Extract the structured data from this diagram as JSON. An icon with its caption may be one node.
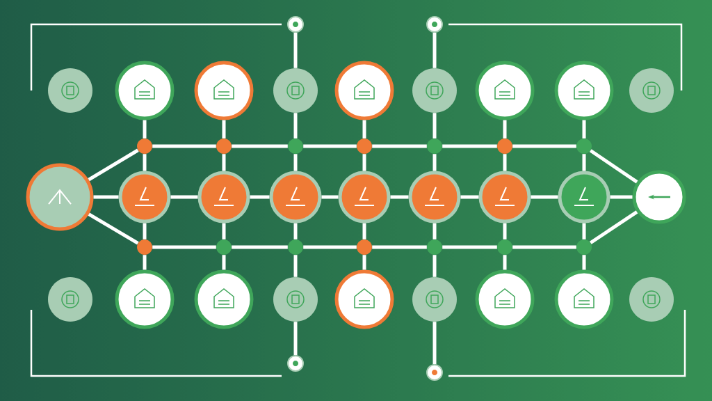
{
  "diagram": {
    "nodes": [
      {
        "text": [],
        "shape": "circle"
      },
      {
        "text": [],
        "shape": "circle"
      },
      {
        "text": [],
        "shape": "circle"
      },
      {
        "text": [],
        "shape": "circle"
      },
      {
        "text": [],
        "shape": "circle"
      },
      {
        "text": [],
        "shape": "circle"
      },
      {
        "text": [],
        "shape": "circle"
      },
      {
        "text": [],
        "shape": "circle"
      },
      {
        "text": [],
        "shape": "circle"
      },
      {
        "text": [],
        "shape": "circle"
      },
      {
        "text": [],
        "shape": "circle"
      },
      {
        "text": [],
        "shape": "circle"
      },
      {
        "text": [],
        "shape": "circle"
      },
      {
        "text": [],
        "shape": "circle"
      },
      {
        "text": [],
        "shape": "circle"
      },
      {
        "text": [],
        "shape": "circle"
      },
      {
        "text": [],
        "shape": "circle"
      },
      {
        "text": [],
        "shape": "circle"
      },
      {
        "text": [],
        "shape": "circle"
      },
      {
        "text": [],
        "shape": "circle"
      },
      {
        "text": [],
        "shape": "circle"
      },
      {
        "text": [],
        "shape": "circle"
      },
      {
        "text": [],
        "shape": "circle"
      },
      {
        "text": [],
        "shape": "circle"
      },
      {
        "text": [],
        "shape": "circle"
      },
      {
        "text": [],
        "shape": "circle"
      },
      {
        "text": [],
        "shape": "circle"
      },
      {
        "text": [],
        "shape": "circle"
      },
      {
        "text": [],
        "shape": "circle"
      },
      {
        "text": [],
        "shape": "circle"
      },
      {
        "text": [],
        "shape": "circle"
      },
      {
        "text": [],
        "shape": "circle"
      },
      {
        "text": [],
        "shape": "circle"
      },
      {
        "text": [],
        "shape": "circle"
      },
      {
        "text": [],
        "shape": "circle"
      },
      {
        "text": [],
        "shape": "circle"
      },
      {
        "text": [],
        "shape": "circle"
      },
      {
        "text": [],
        "shape": "circle"
      },
      {
        "text": [],
        "shape": "circle"
      },
      {
        "text": [],
        "shape": "circle"
      },
      {
        "text": [],
        "shape": "circle"
      },
      {
        "text": [],
        "shape": "circle"
      },
      {
        "text": [],
        "shape": "circle"
      },
      {
        "text": [],
        "shape": "circle"
      },
      {
        "text": [],
        "shape": "circle"
      }
    ],
    "edges": [
      {
        "from": 1,
        "to": 9,
        "arrow": "none"
      },
      {
        "from": 2,
        "to": 10,
        "arrow": "none"
      },
      {
        "from": 3,
        "to": 11,
        "arrow": "none"
      },
      {
        "from": 4,
        "to": 12,
        "arrow": "none"
      },
      {
        "from": 5,
        "to": 13,
        "arrow": "none"
      },
      {
        "from": 6,
        "to": 14,
        "arrow": "none"
      },
      {
        "from": 7,
        "to": 15,
        "arrow": "none"
      },
      {
        "from": 9,
        "to": 17,
        "arrow": "none"
      },
      {
        "from": 10,
        "to": 18,
        "arrow": "none"
      },
      {
        "from": 11,
        "to": 19,
        "arrow": "none"
      },
      {
        "from": 12,
        "to": 20,
        "arrow": "none"
      },
      {
        "from": 13,
        "to": 21,
        "arrow": "none"
      },
      {
        "from": 14,
        "to": 22,
        "arrow": "none"
      },
      {
        "from": 15,
        "to": 23,
        "arrow": "none"
      },
      {
        "from": 17,
        "to": 25,
        "arrow": "none"
      },
      {
        "from": 18,
        "to": 26,
        "arrow": "none"
      },
      {
        "from": 19,
        "to": 27,
        "arrow": "none"
      },
      {
        "from": 20,
        "to": 28,
        "arrow": "none"
      },
      {
        "from": 21,
        "to": 29,
        "arrow": "none"
      },
      {
        "from": 22,
        "to": 30,
        "arrow": "none"
      },
      {
        "from": 23,
        "to": 31,
        "arrow": "none"
      },
      {
        "from": 25,
        "to": 33,
        "arrow": "none"
      },
      {
        "from": 26,
        "to": 34,
        "arrow": "none"
      },
      {
        "from": 27,
        "to": 35,
        "arrow": "none"
      },
      {
        "from": 28,
        "to": 36,
        "arrow": "none"
      },
      {
        "from": 29,
        "to": 37,
        "arrow": "none"
      },
      {
        "from": 30,
        "to": 38,
        "arrow": "none"
      },
      {
        "from": 31,
        "to": 39,
        "arrow": "none"
      },
      {
        "from": 9,
        "to": 10,
        "arrow": "none"
      },
      {
        "from": 10,
        "to": 11,
        "arrow": "none"
      },
      {
        "from": 11,
        "to": 12,
        "arrow": "none"
      },
      {
        "from": 12,
        "to": 13,
        "arrow": "none"
      },
      {
        "from": 13,
        "to": 14,
        "arrow": "none"
      },
      {
        "from": 14,
        "to": 15,
        "arrow": "none"
      },
      {
        "from": 25,
        "to": 26,
        "arrow": "none"
      },
      {
        "from": 26,
        "to": 27,
        "arrow": "none"
      },
      {
        "from": 27,
        "to": 28,
        "arrow": "none"
      },
      {
        "from": 28,
        "to": 29,
        "arrow": "none"
      },
      {
        "from": 29,
        "to": 30,
        "arrow": "none"
      },
      {
        "from": 30,
        "to": 31,
        "arrow": "none"
      },
      {
        "from": 16,
        "to": 9,
        "arrow": "none"
      },
      {
        "from": 16,
        "to": 25,
        "arrow": "none"
      },
      {
        "from": 15,
        "to": 24,
        "arrow": "none"
      },
      {
        "from": 31,
        "to": 24,
        "arrow": "none"
      },
      {
        "from": 16,
        "to": 17,
        "arrow": "none"
      },
      {
        "from": 17,
        "to": 18,
        "arrow": "none"
      },
      {
        "from": 18,
        "to": 19,
        "arrow": "none"
      },
      {
        "from": 19,
        "to": 20,
        "arrow": "none"
      },
      {
        "from": 20,
        "to": 21,
        "arrow": "none"
      },
      {
        "from": 21,
        "to": 22,
        "arrow": "none"
      },
      {
        "from": 22,
        "to": 23,
        "arrow": "none"
      },
      {
        "from": 23,
        "to": 24,
        "arrow": "none"
      },
      {
        "from": 41,
        "to": 3,
        "arrow": "none"
      },
      {
        "from": 42,
        "to": 5,
        "arrow": "none"
      },
      {
        "from": 43,
        "to": 35,
        "arrow": "none"
      },
      {
        "from": 44,
        "to": 37,
        "arrow": "none"
      }
    ]
  }
}
